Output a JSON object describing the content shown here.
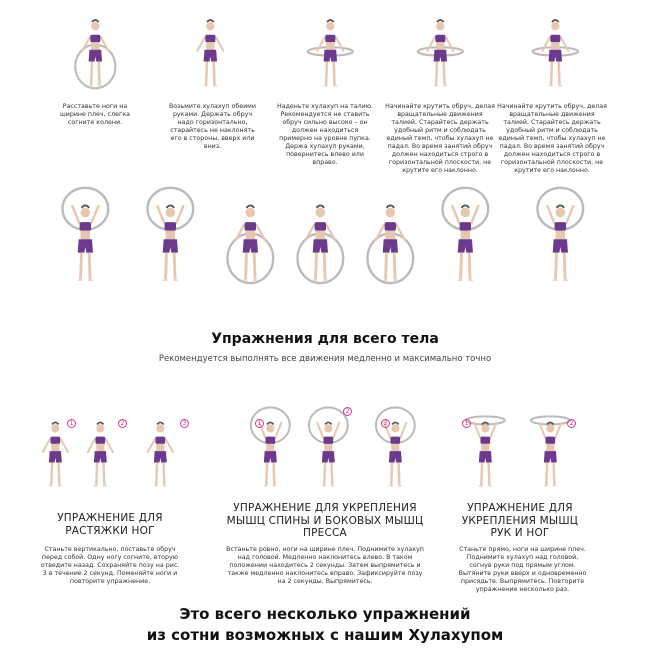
{
  "colors": {
    "accent": "#6b3a8c",
    "number": "#e0358a"
  },
  "top_steps": [
    "Расставьте ноги на ширине плеч, слегка согните колени.",
    "Возьмите хулахуп обеими руками. Держать обруч надо горизонтально, старайтесь не наклонять его в стороны, вверх или вниз.",
    "Наденьте хулахуп на талию. Рекомендуется не ставить обруч сильно высоко – он должен находиться примерно на уровне пупка. Держа хулахуп руками, повернитесь влево или вправо.",
    "Начинайте крутить обруч, делая вращательные движения талией. Старайтесь держать удобный ритм и соблюдать единый темп, чтобы хулахуп не падал. Во время занятий обруч должен находиться строго в горизонтальной плоскости, не крутите его наклонно.",
    "Начинайте крутить обруч, делая вращательные движения талией. Старайтесь держать удобный ритм и соблюдать единый темп, чтобы хулахуп не падал. Во время занятий обруч должен находиться строго в горизонтальной плоскости, не крутите его наклонно."
  ],
  "section_title": "Упражнения для всего тела",
  "section_subtitle": "Рекомендуется выполнять все движения медленно и максимально точно",
  "exercises": [
    {
      "title": "УПРАЖНЕНИЕ ДЛЯ РАСТЯЖКИ НОГ",
      "numbers": [
        "1",
        "2",
        "3"
      ],
      "text": "Станьте вертикально, поставьте обруч перед собой. Одну ногу согните, вторую отведите назад. Сохраняйте позу на рис. 3 в течение 2 секунд. Поменяйте ноги и повторите упражнение."
    },
    {
      "title": "УПРАЖНЕНИЕ ДЛЯ УКРЕПЛЕНИЯ МЫШЦ СПИНЫ И БОКОВЫХ МЫШЦ ПРЕССА",
      "numbers": [
        "1",
        "2",
        "3"
      ],
      "text": "Встаньте ровно, ноги на ширине плеч. Поднимите хулахуп над головой. Медленно наклонитесь влево. В таком положении находитесь 2 секунды. Затем выпрямитесь и также медленно наклонитесь вправо. Зафиксируйте позу на 2 секунды. Выпрямитесь."
    },
    {
      "title": "УПРАЖНЕНИЕ ДЛЯ УКРЕПЛЕНИЯ МЫШЦ РУК И НОГ",
      "numbers": [
        "1",
        "2"
      ],
      "text": "Станьте прямо, ноги на ширине плеч. Поднимите хулахуп над головой, согнув руки под прямым углом. Вытяните руки вверх и одновременно присядьте. Выпрямитесь. Повторите упражнение несколько раз."
    }
  ],
  "closing_line1": "Это всего несколько упражнений",
  "closing_line2": "из сотни возможных с нашим Хулахупом"
}
